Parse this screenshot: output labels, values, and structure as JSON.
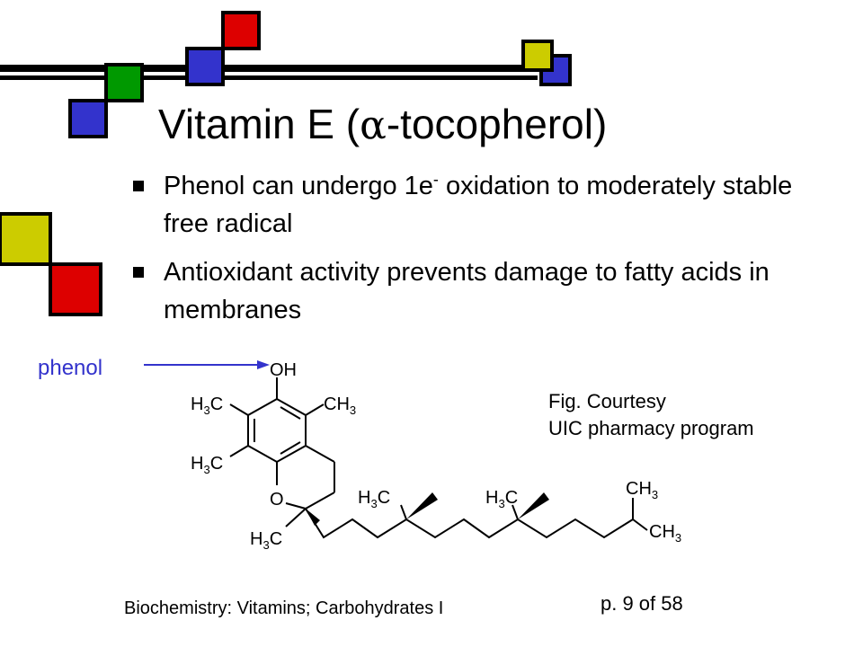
{
  "slide": {
    "title_prefix": "Vitamin E (",
    "title_alpha": "α",
    "title_suffix": "-tocopherol)",
    "bullets": [
      {
        "line_a": "Phenol can undergo 1e",
        "superscript": "-",
        "line_b": " oxidation to moderately stable free radical"
      },
      {
        "text": "Antioxidant activity prevents damage to fatty acids in membranes"
      }
    ],
    "phenol_label": "phenol",
    "credit_line1": "Fig. Courtesy",
    "credit_line2": "UIC pharmacy program",
    "footer_left": "Biochemistry: Vitamins; Carbohydrates I",
    "footer_right": "p. 9 of 58"
  },
  "structure_labels": {
    "oh": "OH",
    "h3c_a": "H",
    "ch3": "CH",
    "o": "O",
    "three": "3"
  },
  "colors": {
    "blue": "#3333cc",
    "green": "#009900",
    "red": "#dd0000",
    "yellow": "#cccc00",
    "black": "#000000"
  }
}
